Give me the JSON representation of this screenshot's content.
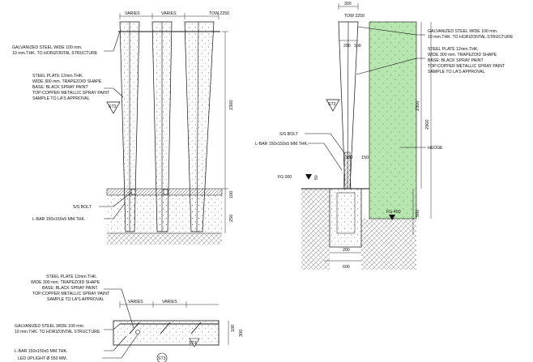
{
  "elevation": {
    "varies_1": "VARIES",
    "varies_2": "VARIES",
    "tow": "TOW 2250",
    "galv_1": "GALVANIZED STEEL WIDE 100 mm.",
    "galv_2": "10 mm.THK. TO HORIZONTAL STRUCTURE",
    "plate_1": "STEEL PLATE 12mm.THK.",
    "plate_2": "WIDE 300 mm. TRAPEZOID SHAPE",
    "plate_3": "BASE: BLACK SPRAY PAINT",
    "plate_4": "TOP:COPPER METALLIC SPRAY PAINT",
    "plate_5": "SAMPLE TO LA'S APPROVAL",
    "tag": "ST3",
    "dim_height": "2300",
    "dim_100": "100",
    "dim_250": "250",
    "bolt": "S/S BOLT",
    "lbar": "L-BAR 150x150x5 MM.THK."
  },
  "section": {
    "dim_top": "300",
    "tow": "TOW 2250",
    "galv_1": "GALVANIZED STEEL WIDE 100 mm.",
    "galv_2": "10 mm.THK. TO HORIZONTAL STRUCTURE",
    "plate_1": "STEEL PLATE 12mm.THK.",
    "plate_2": "WIDE 300 mm. TRAPEZOID SHAPE",
    "plate_3": "BASE: BLACK SPRAY PAINT",
    "plate_4": "TOP:COPPER METALLIC SPRAY PAINT",
    "plate_5": "SAMPLE TO LA'S APPROVAL",
    "dim_200": "200",
    "dim_100": "100",
    "tag": "ST3",
    "dim_2300": "2300",
    "dim_2900": "2900",
    "bolt": "S/S BOLT",
    "lbar": "L-BAR 150x150x5 MM.THK.",
    "hedge": "HEDGE",
    "dim_150": "150",
    "dim_300b": "300",
    "dim_50": "50",
    "fg": "FG 000",
    "fg_hedge": "FG-450",
    "dim_500": "500",
    "dim_200b": "200",
    "dim_600": "600",
    "colors": {
      "hedge": "#b8e6b0"
    }
  },
  "plan": {
    "plate_1": "STEEL PLATE 12mm.THK.",
    "plate_2": "WIDE 300 mm. TRAPEZOID SHAPE",
    "plate_3": "BASE: BLACK SPRAY PAINT",
    "plate_4": "TOP:COPPER METALLIC SPRAY PAINT",
    "plate_5": "SAMPLE TO LA'S APPROVAL",
    "varies_1": "VARIES",
    "varies_2": "VARIES",
    "galv_1": "GALVANIZED STEEL WIDE 100 mm.",
    "galv_2": "10 mm.THK. TO HORIZONTAL STRUCTURE",
    "dim_100": "100",
    "dim_300": "300",
    "tag_plan": "ST3",
    "lbar": "L-BAR 150x150x5 MM.THK.",
    "led": "LED UPLIGHT Ø 550 MM.",
    "tag": "ST3"
  }
}
